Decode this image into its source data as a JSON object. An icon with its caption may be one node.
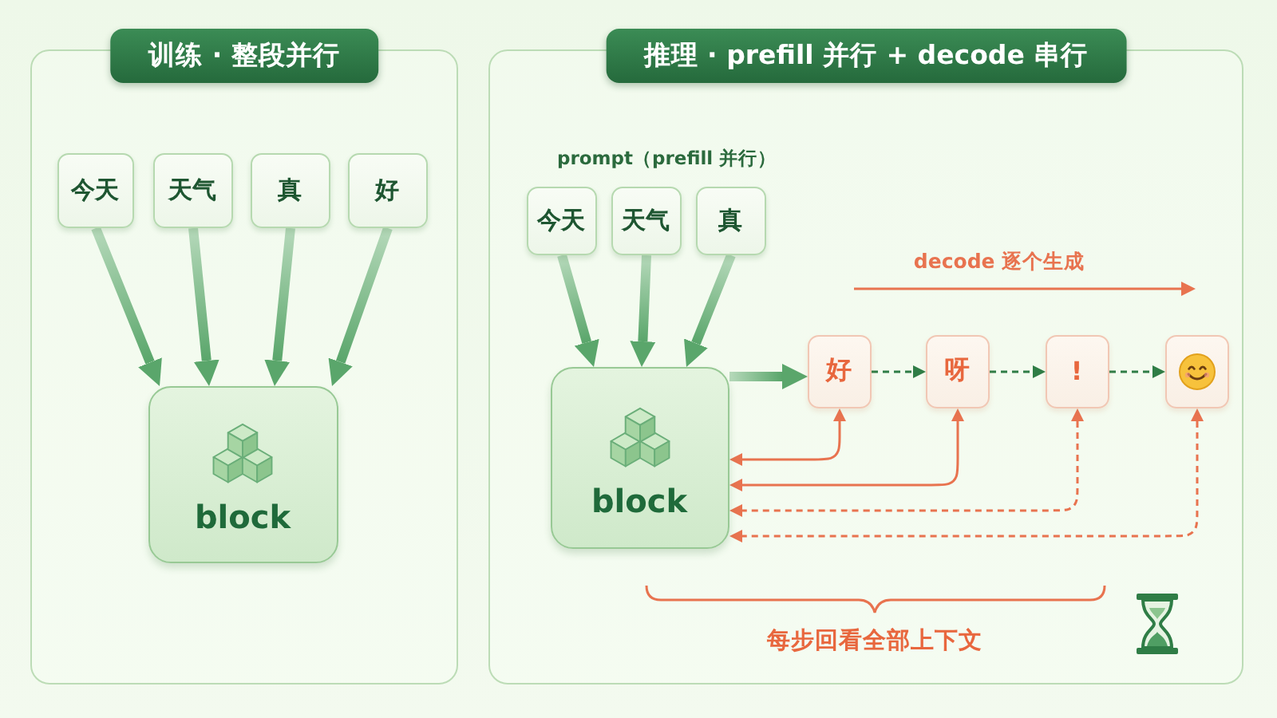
{
  "diagram": {
    "nodes": [
      {
        "text": [
          "训练 · 整段并行"
        ]
      },
      {
        "text": [
          "今天"
        ],
        "in": 0
      },
      {
        "text": [
          "天气"
        ],
        "in": 0
      },
      {
        "text": [
          "真"
        ],
        "in": 0
      },
      {
        "text": [
          "好"
        ],
        "in": 0
      },
      {
        "text": [
          "block"
        ],
        "in": 0
      },
      {
        "text": [
          "推理 · prefill 并行 + decode 串行"
        ]
      },
      {
        "text": [
          "今天"
        ],
        "in": 6
      },
      {
        "text": [
          "天气"
        ],
        "in": 6
      },
      {
        "text": [
          "真"
        ],
        "in": 6
      },
      {
        "text": [
          "block"
        ],
        "in": 6
      },
      {
        "text": [
          "好"
        ],
        "in": 6
      },
      {
        "text": [
          "呀"
        ],
        "in": 6
      },
      {
        "text": [
          "!"
        ],
        "in": 6
      },
      {
        "text": [],
        "shape": "box",
        "in": 6
      }
    ],
    "edges": [
      {
        "from": 1,
        "to": 5,
        "arrow": "to",
        "style": "thick"
      },
      {
        "from": 2,
        "to": 5,
        "arrow": "to",
        "style": "thick"
      },
      {
        "from": 3,
        "to": 5,
        "arrow": "to",
        "style": "thick"
      },
      {
        "from": 4,
        "to": 5,
        "arrow": "to",
        "style": "thick"
      },
      {
        "from": 7,
        "to": 10,
        "arrow": "to",
        "style": "thick"
      },
      {
        "from": 8,
        "to": 10,
        "arrow": "to",
        "style": "thick"
      },
      {
        "from": 9,
        "to": 10,
        "arrow": "to",
        "style": "thick"
      },
      {
        "from": 10,
        "to": 11,
        "arrow": "to",
        "style": "thick"
      },
      {
        "from": 11,
        "to": 12,
        "arrow": "to",
        "style": "dashed",
        "color": "#2f7d46"
      },
      {
        "from": 12,
        "to": 13,
        "arrow": "to",
        "style": "dashed",
        "color": "#2f7d46"
      },
      {
        "from": 13,
        "to": 14,
        "arrow": "to",
        "style": "dashed",
        "color": "#2f7d46"
      },
      {
        "from": 11,
        "to": 10,
        "arrow": "both",
        "color": "#e8734f"
      },
      {
        "from": 12,
        "to": 10,
        "arrow": "both",
        "color": "#e8734f"
      },
      {
        "from": 13,
        "to": 10,
        "arrow": "both",
        "style": "dashed",
        "color": "#e8734f"
      },
      {
        "from": 14,
        "to": 10,
        "arrow": "both",
        "style": "dashed",
        "color": "#e8734f"
      }
    ],
    "labels": [
      "prompt（prefill 并行）",
      "decode 逐个生成",
      "每步回看全部上下文"
    ]
  }
}
